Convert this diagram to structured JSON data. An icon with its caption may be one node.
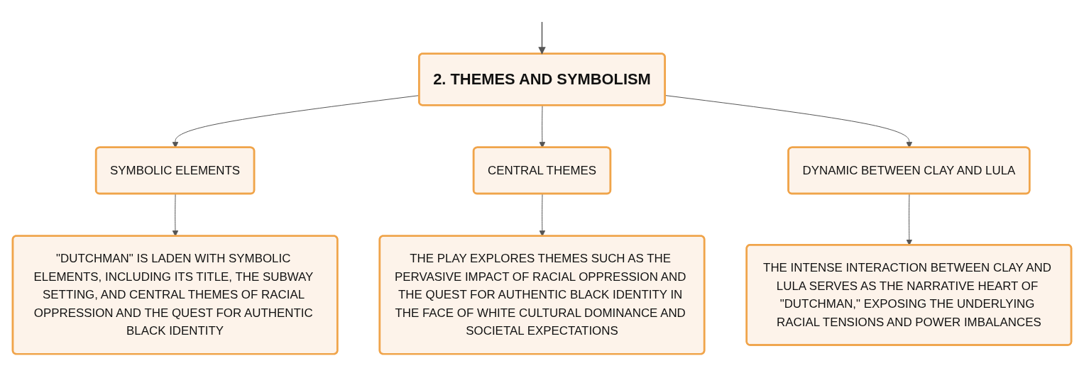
{
  "diagram": {
    "nodes": [
      {
        "text": [
          "2. THEMES AND SYMBOLISM"
        ]
      },
      {
        "text": [
          "SYMBOLIC ELEMENTS"
        ]
      },
      {
        "text": [
          "CENTRAL THEMES"
        ]
      },
      {
        "text": [
          "DYNAMIC BETWEEN CLAY AND LULA"
        ]
      },
      {
        "text": [
          "\"DUTCHMAN\" IS LADEN WITH SYMBOLIC ELEMENTS, INCLUDING ITS TITLE, THE SUBWAY SETTING, AND CENTRAL THEMES OF RACIAL OPPRESSION AND THE QUEST FOR AUTHENTIC BLACK IDENTITY"
        ]
      },
      {
        "text": [
          "THE PLAY EXPLORES THEMES SUCH AS THE PERVASIVE IMPACT OF RACIAL OPPRESSION AND THE QUEST FOR AUTHENTIC BLACK IDENTITY IN THE FACE OF WHITE CULTURAL DOMINANCE AND SOCIETAL EXPECTATIONS"
        ]
      },
      {
        "text": [
          "THE INTENSE INTERACTION BETWEEN CLAY AND LULA SERVES AS THE NARRATIVE HEART OF \"DUTCHMAN,\" EXPOSING THE UNDERLYING RACIAL TENSIONS AND POWER IMBALANCES"
        ]
      }
    ],
    "edges": [
      {
        "from": null,
        "to": 0,
        "arrow": "to"
      },
      {
        "from": 0,
        "to": 1,
        "arrow": "to"
      },
      {
        "from": 0,
        "to": 2,
        "arrow": "to"
      },
      {
        "from": 0,
        "to": 3,
        "arrow": "to"
      },
      {
        "from": 1,
        "to": 4,
        "arrow": "to"
      },
      {
        "from": 2,
        "to": 5,
        "arrow": "to"
      },
      {
        "from": 3,
        "to": 6,
        "arrow": "to"
      }
    ]
  }
}
